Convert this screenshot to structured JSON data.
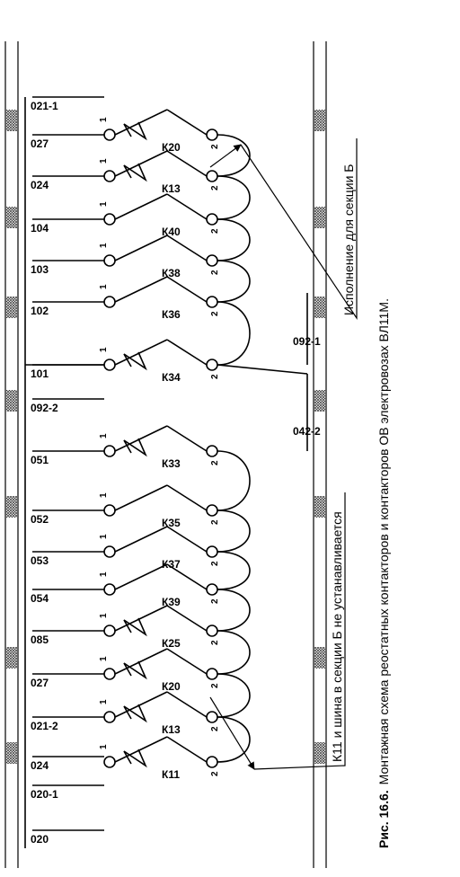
{
  "caption": {
    "figure": "Рис. 16.6.",
    "text": "Монтажная схема реостатных контакторов и контакторов ОВ электровозах ВЛ11М."
  },
  "notes": {
    "k11": "К11 и шина в секции Б не устанавливается",
    "section_b": "Исполнение для секции Б"
  },
  "pin_labels": {
    "one": "1",
    "two": "2"
  },
  "wires_left": [
    "020",
    "020-1",
    "024",
    "021-2",
    "027",
    "085",
    "054",
    "053",
    "052",
    "051",
    "092-2",
    "101",
    "102",
    "103",
    "104",
    "024",
    "027",
    "021-1"
  ],
  "wires_right": [
    "042-2",
    "092-1"
  ],
  "contactors": [
    "К11",
    "К13",
    "К20",
    "К25",
    "К39",
    "К37",
    "К35",
    "К33",
    "К34",
    "К36",
    "К38",
    "К40",
    "К13",
    "К20"
  ],
  "colors": {
    "ink": "#000000",
    "hatch": "#333333",
    "background": "#ffffff"
  }
}
